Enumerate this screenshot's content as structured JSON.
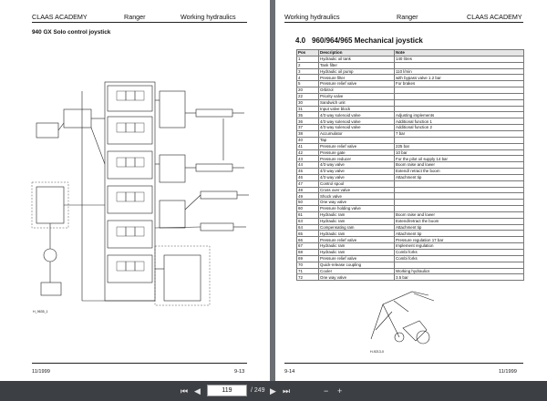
{
  "left_page": {
    "header": {
      "brand": "CLAAS ACADEMY",
      "model": "Ranger",
      "topic": "Working hydraulics"
    },
    "section_title": "940 GX Solo control joystick",
    "diagram_ref": "H_9635_1",
    "footer": {
      "date": "11/1999",
      "page": "9-13"
    }
  },
  "right_page": {
    "header": {
      "topic": "Working hydraulics",
      "model": "Ranger",
      "brand": "CLAAS ACADEMY"
    },
    "section_number": "4.0",
    "section_title": "960/964/965 Mechanical joystick",
    "table": {
      "headers": [
        "Pos",
        "Description",
        "Note"
      ],
      "rows": [
        [
          "1",
          "Hydraulic oil tank",
          "140 litres"
        ],
        [
          "2",
          "Tank filter",
          ""
        ],
        [
          "3",
          "Hydraulic oil pump",
          "110 l/min"
        ],
        [
          "4",
          "Pressure filter",
          "with bypass valve 1.2 bar"
        ],
        [
          "5",
          "Pressure relief valve",
          "For brakes"
        ],
        [
          "20",
          "Orbitrol",
          ""
        ],
        [
          "22",
          "Priority valve",
          ""
        ],
        [
          "30",
          "Sandwich unit",
          ""
        ],
        [
          "31",
          "Input valve block",
          ""
        ],
        [
          "35",
          "4/3 way solenoid valve",
          "Adjusting implements"
        ],
        [
          "36",
          "4/3 way solenoid valve",
          "Additional function 1"
        ],
        [
          "37",
          "4/3 way solenoid valve",
          "Additional function 2"
        ],
        [
          "38",
          "Accumulator",
          "7 bar"
        ],
        [
          "40",
          "Tap",
          ""
        ],
        [
          "41",
          "Pressure relief valve",
          "225 bar"
        ],
        [
          "42",
          "Pressure gate",
          "10 bar"
        ],
        [
          "43",
          "Pressure reducer",
          "For the pilot oil supply 14 bar"
        ],
        [
          "44",
          "4/3 way valve",
          "Boom raise and lower"
        ],
        [
          "45",
          "4/3 way valve",
          "Extend/ retract the boom"
        ],
        [
          "46",
          "4/3 way valve",
          "Attachment tip"
        ],
        [
          "47",
          "Control spool",
          ""
        ],
        [
          "48",
          "Cross over valve",
          ""
        ],
        [
          "49",
          "Shock valve",
          ""
        ],
        [
          "50",
          "One way valve",
          ""
        ],
        [
          "60",
          "Pressure holding valve",
          ""
        ],
        [
          "61",
          "Hydraulic ram",
          "Boom raise and lower"
        ],
        [
          "63",
          "Hydraulic ram",
          "Extend/retract the boom"
        ],
        [
          "64",
          "Compensating ram",
          "Attachment tip"
        ],
        [
          "65",
          "Hydraulic ram",
          "Attachment tip"
        ],
        [
          "66",
          "Pressure relief valve",
          "Pressure regulation 17 bar"
        ],
        [
          "67",
          "Hydraulic ram",
          "Implement regulation"
        ],
        [
          "68",
          "Hydraulic ram",
          "Combi forks"
        ],
        [
          "69",
          "Pressure relief valve",
          "Combi forks"
        ],
        [
          "70",
          "Quick-release coupling",
          ""
        ],
        [
          "71",
          "Cooler",
          "Working hydraulics"
        ],
        [
          "72",
          "One way valve",
          "3.5 bar"
        ]
      ]
    },
    "figure_ref": "H-9213-0",
    "footer": {
      "page": "9-14",
      "date": "11/1999"
    }
  },
  "toolbar": {
    "first_label": "⏮",
    "prev_label": "◀",
    "current_page": "119",
    "total_pages": "/ 249",
    "next_label": "▶",
    "last_label": "⏭",
    "colors": {
      "bar": "#3c3f43",
      "background": "#6b6e72"
    }
  }
}
